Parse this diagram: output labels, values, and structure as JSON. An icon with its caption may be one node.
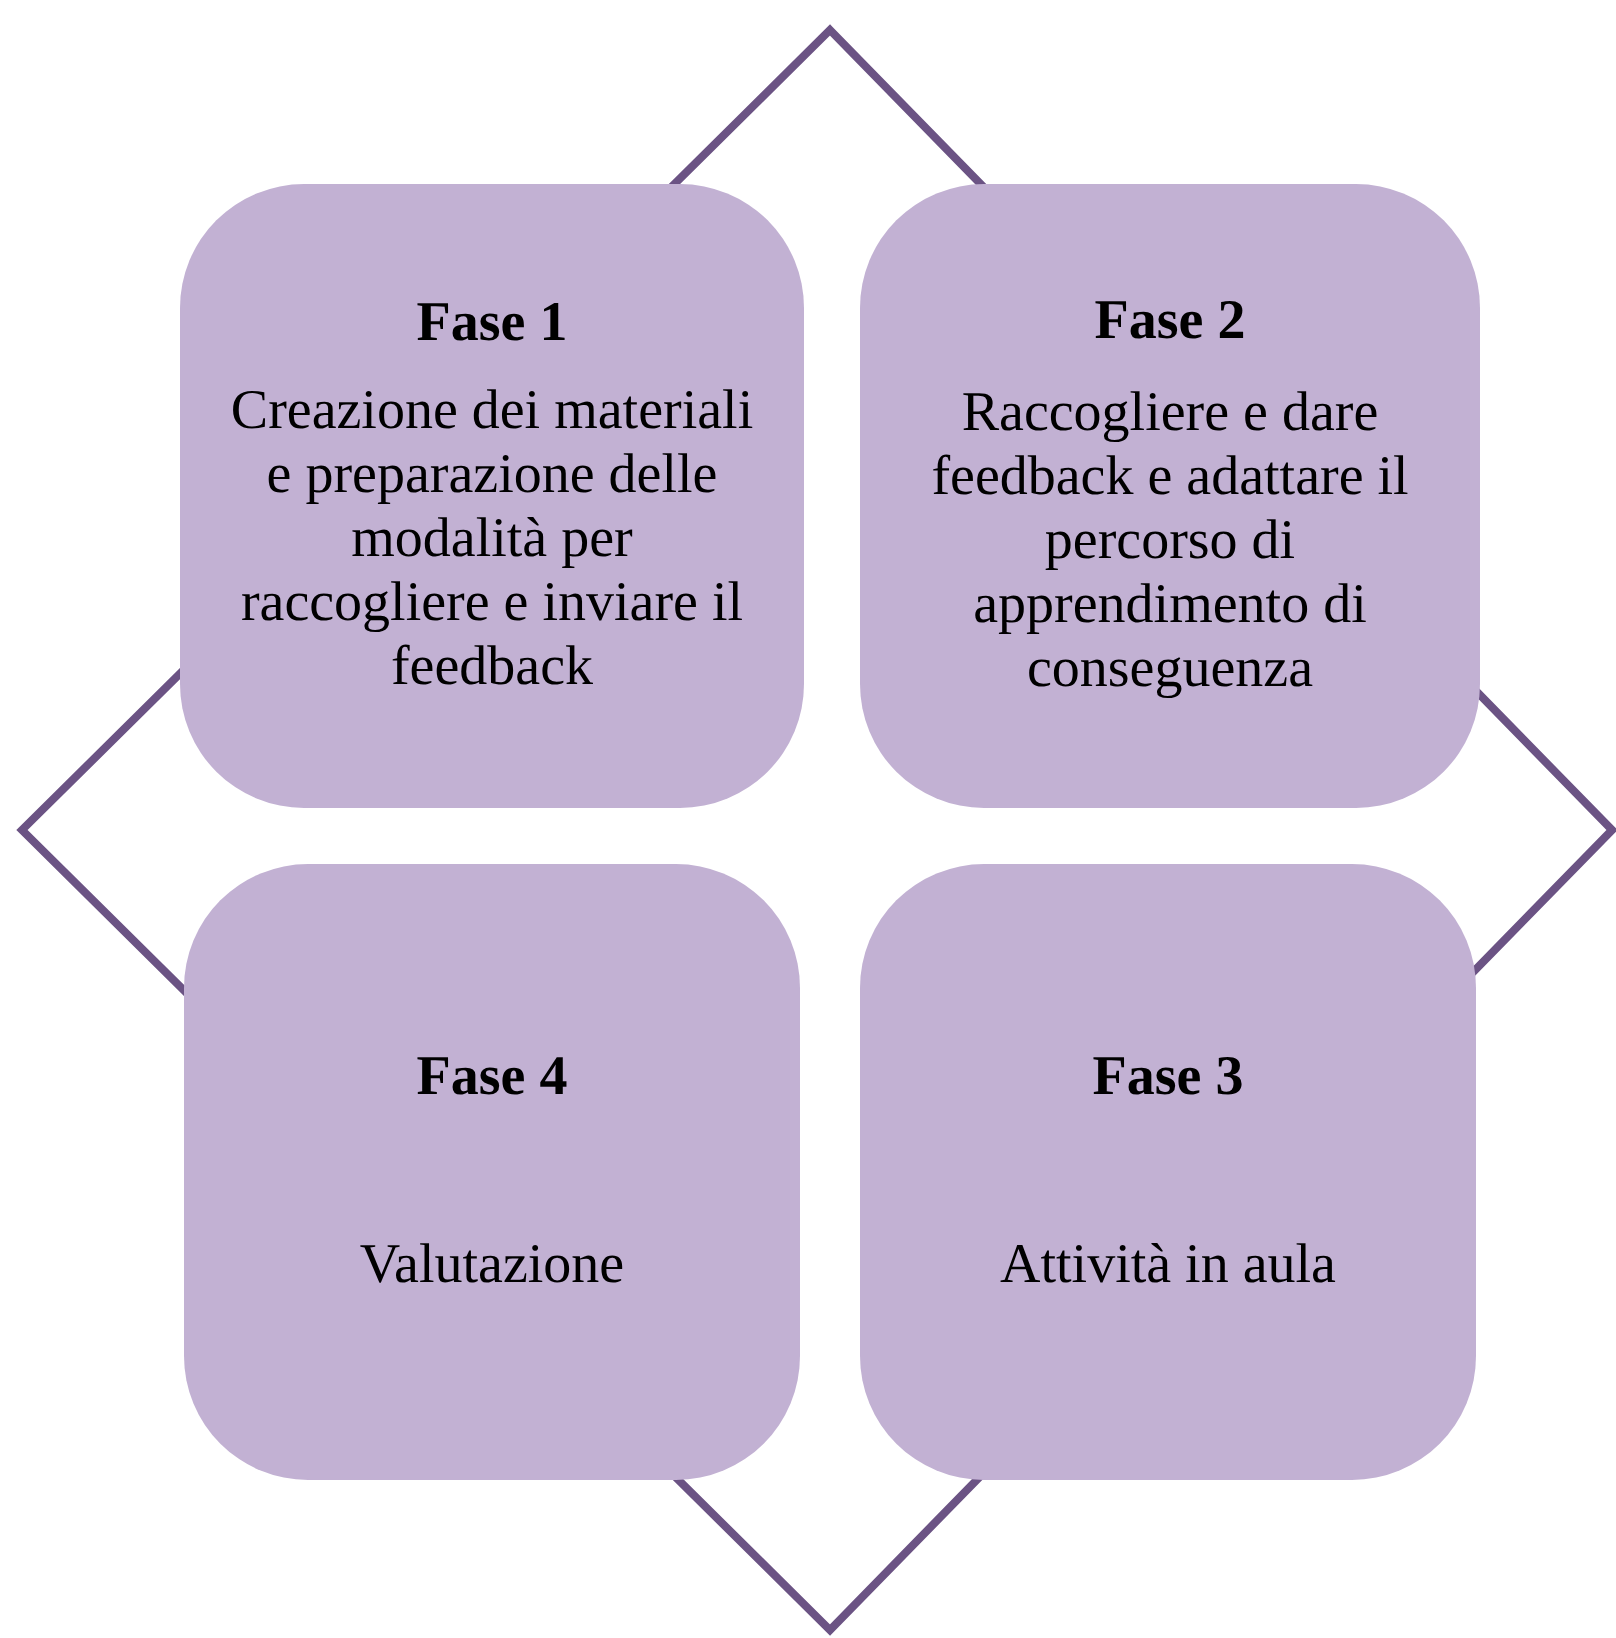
{
  "diagram": {
    "nodes": [
      {
        "text": [
          "Fase 1",
          "Creazione dei materiali e preparazione delle modalità per raccogliere e inviare il feedback"
        ]
      },
      {
        "text": [
          "Fase 2",
          "Raccogliere e dare feedback e adattare il percorso di apprendimento di conseguenza"
        ]
      },
      {
        "text": [
          "Fase 4",
          "Valutazione"
        ]
      },
      {
        "text": [
          "Fase 3",
          "Attività in aula"
        ]
      }
    ]
  }
}
